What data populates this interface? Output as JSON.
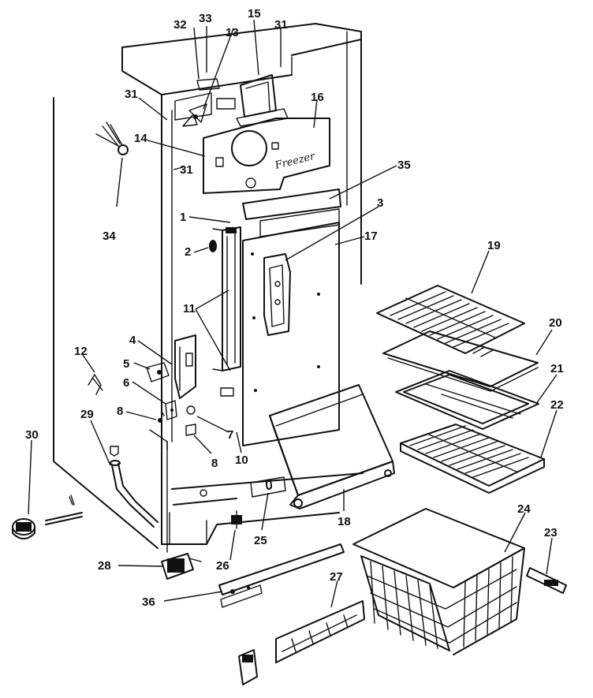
{
  "panel_script": "Freezer",
  "callouts": [
    {
      "id": "c32",
      "label": "32"
    },
    {
      "id": "c33",
      "label": "33"
    },
    {
      "id": "c13",
      "label": "13"
    },
    {
      "id": "c15",
      "label": "15"
    },
    {
      "id": "c31a",
      "label": "31"
    },
    {
      "id": "c31b",
      "label": "31"
    },
    {
      "id": "c31c",
      "label": "31"
    },
    {
      "id": "c16",
      "label": "16"
    },
    {
      "id": "c14",
      "label": "14"
    },
    {
      "id": "c35",
      "label": "35"
    },
    {
      "id": "c34",
      "label": "34"
    },
    {
      "id": "c1",
      "label": "1"
    },
    {
      "id": "c3",
      "label": "3"
    },
    {
      "id": "c17",
      "label": "17"
    },
    {
      "id": "c2",
      "label": "2"
    },
    {
      "id": "c19",
      "label": "19"
    },
    {
      "id": "c11",
      "label": "11"
    },
    {
      "id": "c20",
      "label": "20"
    },
    {
      "id": "c4",
      "label": "4"
    },
    {
      "id": "c12",
      "label": "12"
    },
    {
      "id": "c5",
      "label": "5"
    },
    {
      "id": "c21",
      "label": "21"
    },
    {
      "id": "c6",
      "label": "6"
    },
    {
      "id": "c22",
      "label": "22"
    },
    {
      "id": "c8a",
      "label": "8"
    },
    {
      "id": "c29",
      "label": "29"
    },
    {
      "id": "c7",
      "label": "7"
    },
    {
      "id": "c30",
      "label": "30"
    },
    {
      "id": "c8b",
      "label": "8"
    },
    {
      "id": "c10",
      "label": "10"
    },
    {
      "id": "c24",
      "label": "24"
    },
    {
      "id": "c18",
      "label": "18"
    },
    {
      "id": "c23",
      "label": "23"
    },
    {
      "id": "c25",
      "label": "25"
    },
    {
      "id": "c28",
      "label": "28"
    },
    {
      "id": "c26",
      "label": "26"
    },
    {
      "id": "c27",
      "label": "27"
    },
    {
      "id": "c36",
      "label": "36"
    }
  ]
}
